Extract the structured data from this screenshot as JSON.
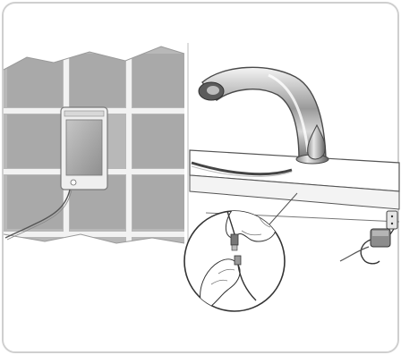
{
  "illustration": {
    "panels": [
      "wall-battery-box-panel",
      "sensor-faucet-panel",
      "connector-detail-inset"
    ],
    "icons": [
      "battery-box-icon",
      "sensor-faucet-icon",
      "power-adapter-icon",
      "wall-outlet-icon",
      "hand-connecting-cable-icon"
    ]
  }
}
